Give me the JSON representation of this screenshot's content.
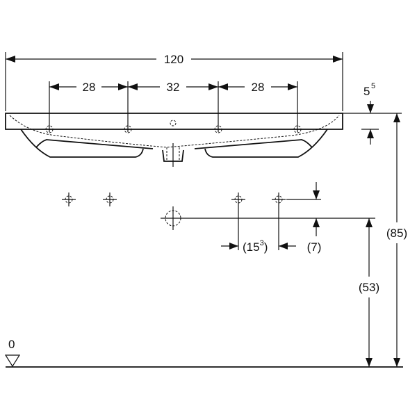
{
  "drawing": {
    "dimensions": {
      "overall_width": "120",
      "spacing_left": "28",
      "spacing_middle": "32",
      "spacing_right": "28",
      "rim_thickness_base": "5",
      "rim_thickness_sup": "5",
      "total_height": "(85)",
      "drain_height": "(53)",
      "tap_offset_prefix": "(15",
      "tap_offset_sup": "3",
      "tap_offset_suffix": ")",
      "tap_vertical_offset": "(7)",
      "floor_level": "0"
    }
  }
}
